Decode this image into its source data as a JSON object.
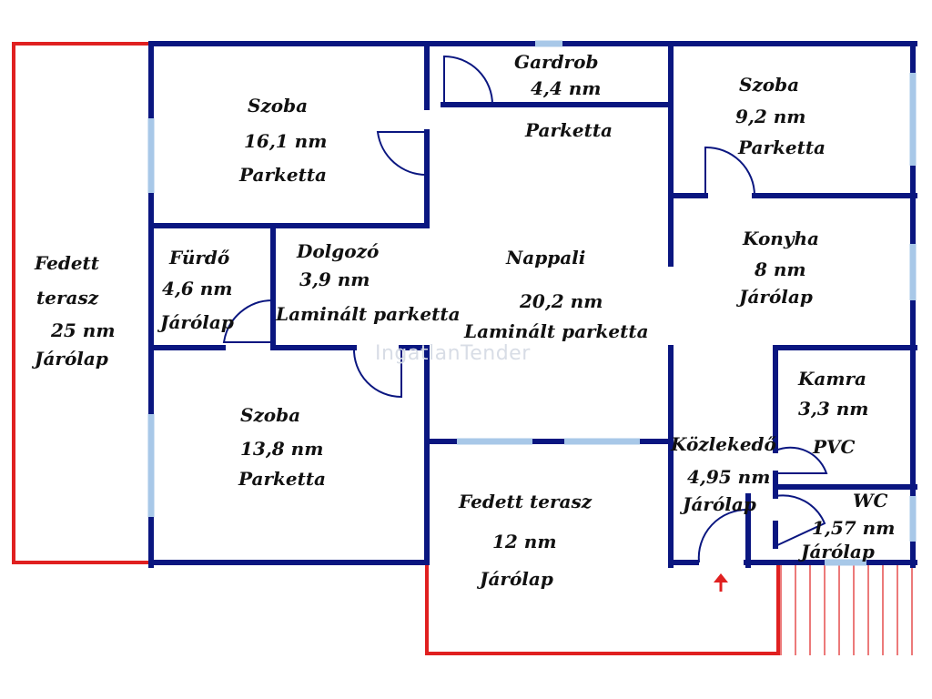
{
  "watermark": "IngatlanTender",
  "rooms": {
    "szoba_nw": {
      "name": "Szoba",
      "area": "16,1 nm",
      "floor": "Parketta"
    },
    "gardrob": {
      "name": "Gardrob",
      "area": "4,4 nm",
      "floor": "Parketta"
    },
    "szoba_ne": {
      "name": "Szoba",
      "area": "9,2 nm",
      "floor": "Parketta"
    },
    "terasz_west": {
      "name1": "Fedett",
      "name2": "terasz",
      "area": "25 nm",
      "floor": "Járólap"
    },
    "furdo": {
      "name": "Fürdő",
      "area": "4,6 nm",
      "floor": "Járólap"
    },
    "dolgozo": {
      "name": "Dolgozó",
      "area": "3,9 nm",
      "floor": "Laminált parketta"
    },
    "nappali": {
      "name": "Nappali",
      "area": "20,2 nm",
      "floor": "Laminált parketta"
    },
    "konyha": {
      "name": "Konyha",
      "area": "8 nm",
      "floor": "Járólap"
    },
    "kamra": {
      "name": "Kamra",
      "area": "3,3 nm",
      "floor": "PVC"
    },
    "szoba_sw": {
      "name": "Szoba",
      "area": "13,8 nm",
      "floor": "Parketta"
    },
    "kozlekedo": {
      "name": "Közlekedő",
      "area": "4,95 nm",
      "floor": "Járólap"
    },
    "wc": {
      "name": "WC",
      "area": "1,57 nm",
      "floor": "Járólap"
    },
    "terasz_south": {
      "name": "Fedett terasz",
      "area": "12 nm",
      "floor": "Járólap"
    }
  },
  "colors": {
    "wall": "#0a1680",
    "window": "#a8c8e8",
    "terrace": "#e02020",
    "entrance_arrow": "#e02020"
  }
}
